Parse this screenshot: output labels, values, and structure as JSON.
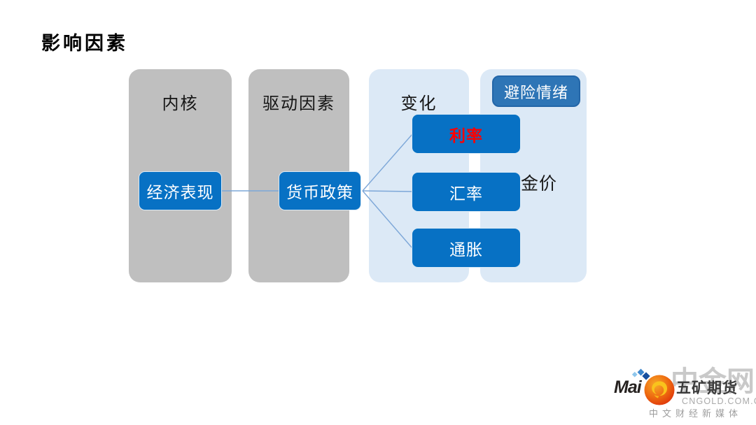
{
  "title": "影响因素",
  "diagram": {
    "columns": [
      {
        "label": "内核",
        "style": "gray"
      },
      {
        "label": "驱动因素",
        "style": "gray"
      },
      {
        "label": "变化",
        "style": "light-blue"
      },
      {
        "label": "",
        "style": "light-blue"
      }
    ],
    "nodes": {
      "economic": {
        "label": "经济表现"
      },
      "monetary": {
        "label": "货币政策"
      },
      "interest": {
        "label": "利率",
        "text_color": "#ff0000"
      },
      "exchange": {
        "label": "汇率"
      },
      "inflation": {
        "label": "通胀"
      },
      "risk": {
        "label": "避险情绪"
      },
      "gold": {
        "label": "金价"
      }
    },
    "colors": {
      "column_gray": "#bfbfbf",
      "column_light_blue": "#dce9f6",
      "node_blue": "#0771c4",
      "risk_node_blue": "#2e75b6",
      "risk_node_border": "#2366a8",
      "connector_blue": "#7da7d8",
      "interest_text_red": "#ff0000"
    }
  },
  "watermark": {
    "brand": "Mai",
    "overlay_brand": "五矿期货",
    "site_name": "中金网",
    "site_url": "CNGOLD.COM.CN",
    "tagline": "中文财经新媒体",
    "flame_colors": {
      "outer": "#dd2f0b",
      "mid": "#ee6a10",
      "inner": "#f7a929",
      "swirl": "#f9c31c"
    }
  }
}
